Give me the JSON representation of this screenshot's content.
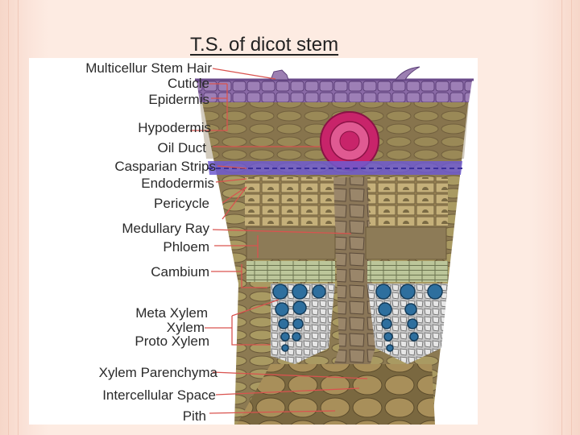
{
  "slide": {
    "title": "T.S. of dicot stem"
  },
  "diagram": {
    "labels": [
      "Multicellur Stem Hair",
      "Cuticle",
      "Epidermis",
      "Hypodermis",
      "Oil Duct",
      "Casparian Strips",
      "Endodermis",
      "Pericycle",
      "Medullary Ray",
      "Phloem",
      "Cambium",
      "Meta Xylem",
      "Xylem",
      "Proto Xylem",
      "Xylem Parenchyma",
      "Intercellular Space",
      "Pith"
    ],
    "colors": {
      "leader_line": "#d9534f",
      "cortex": "#8c7a52",
      "epidermis": "#8a6aa6",
      "oil_duct": "#d6286e",
      "casparian": "#5a4fc9",
      "pericycle": "#b9a36a",
      "xylem_vessel": "#2e6f9e",
      "pith": "#a88f5a"
    }
  }
}
